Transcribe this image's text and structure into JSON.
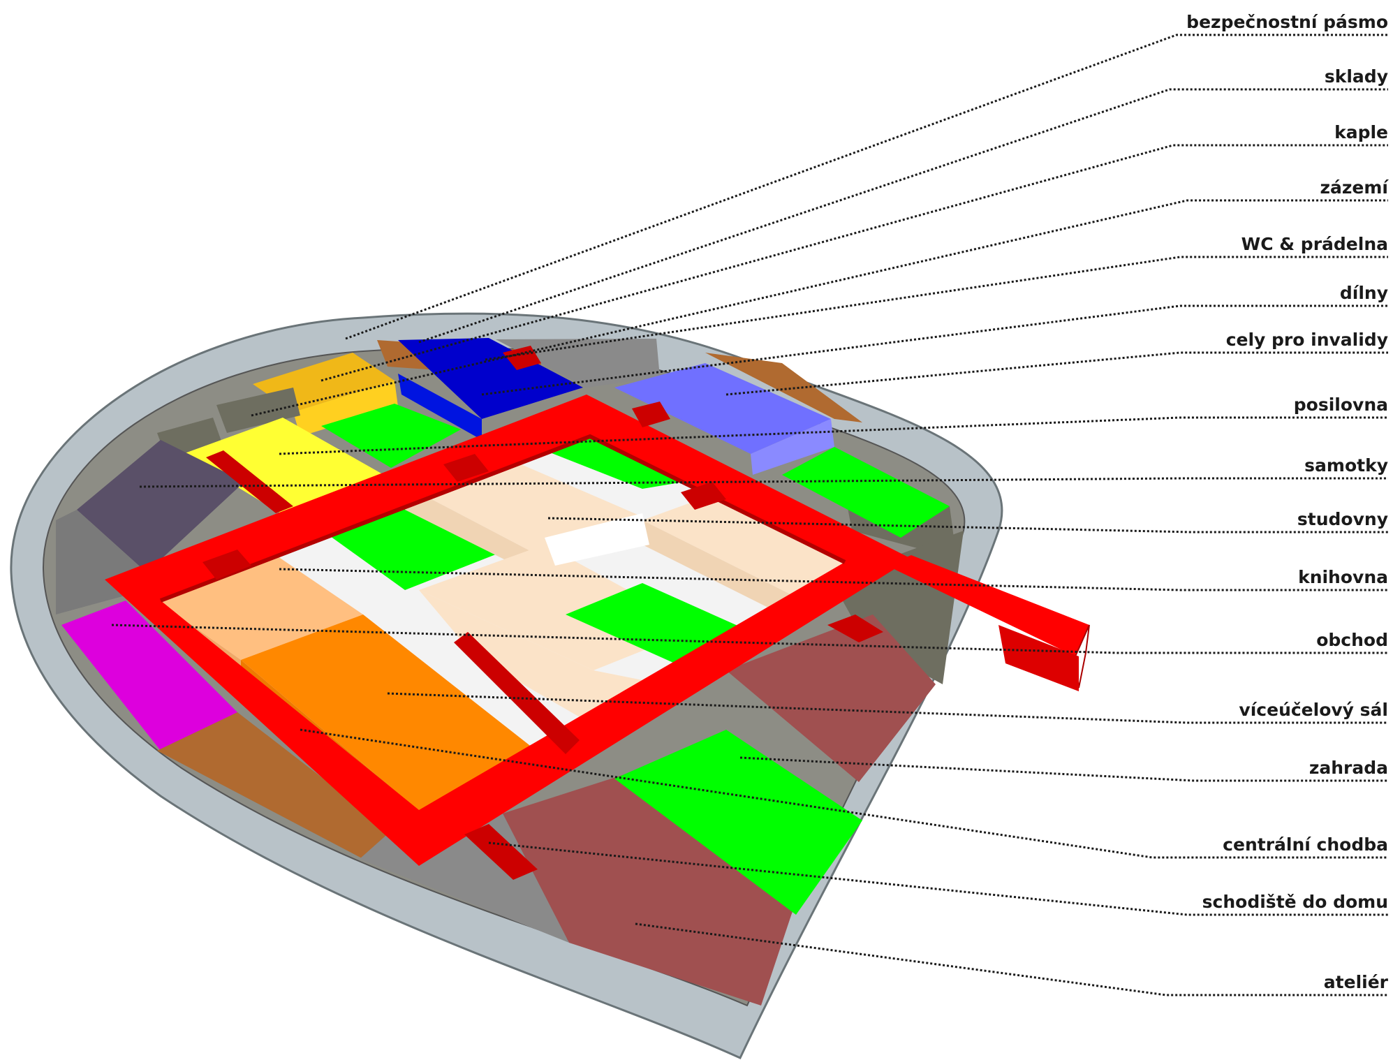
{
  "labels": [
    {
      "id": "bezpecnostni-pasmo",
      "text": "bezpečnostní pásmo"
    },
    {
      "id": "sklady",
      "text": "sklady"
    },
    {
      "id": "kaple",
      "text": "kaple"
    },
    {
      "id": "zazemi",
      "text": "zázemí"
    },
    {
      "id": "wc-pradelna",
      "text": "WC & prádelna"
    },
    {
      "id": "dilny",
      "text": "dílny"
    },
    {
      "id": "cely-pro-invalidy",
      "text": "cely pro invalidy"
    },
    {
      "id": "posilovna",
      "text": "posilovna"
    },
    {
      "id": "samotky",
      "text": "samotky"
    },
    {
      "id": "studovny",
      "text": "studovny"
    },
    {
      "id": "knihovna",
      "text": "knihovna"
    },
    {
      "id": "obchod",
      "text": "obchod"
    },
    {
      "id": "viceucelovy-sal",
      "text": "víceúčelový sál"
    },
    {
      "id": "zahrada",
      "text": "zahrada"
    },
    {
      "id": "centralni-chodba",
      "text": "centrální chodba"
    },
    {
      "id": "schodiste-do-domu",
      "text": "schodiště do domu"
    },
    {
      "id": "atelier",
      "text": "ateliér"
    }
  ],
  "colors": {
    "shell": "#b8c2c8",
    "corridor": "#ff0000",
    "corridor_dark": "#cc0000",
    "garden": "#00ff00",
    "study": "#fbe3c8",
    "library": "#ffbf80",
    "hall": "#ff8800",
    "shop": "#dd00dd",
    "atelier": "#a05050",
    "gym": "#7070ff",
    "chapel": "#0000cc",
    "cells": "#ffff33",
    "storage": "#f0b818",
    "solitary": "#5a5068",
    "service": "#6e6e60",
    "workshop": "#b06a30",
    "leader": "#1a1a1a"
  }
}
